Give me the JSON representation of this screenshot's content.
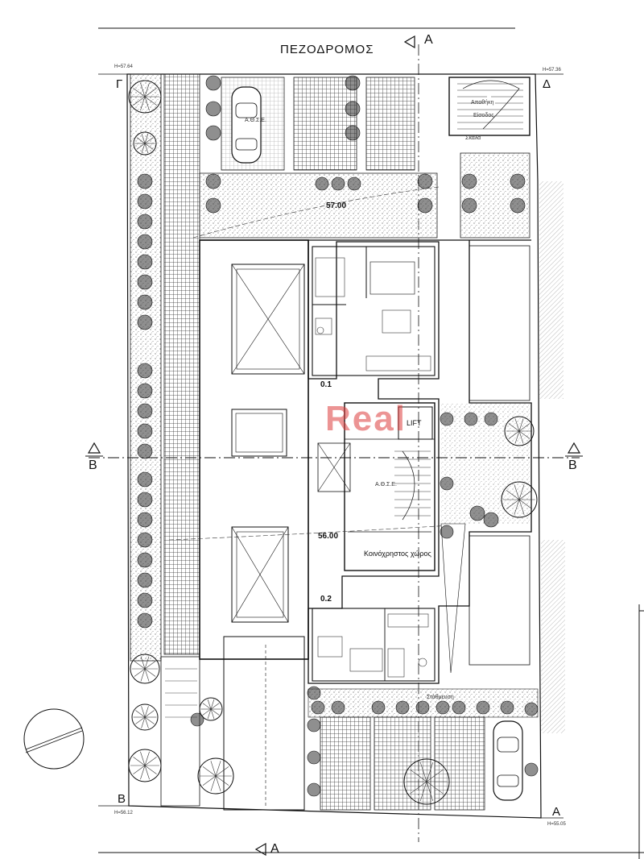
{
  "plan": {
    "street_label": "ΠΕΖΟΔΡΟΜΟΣ",
    "section_marks": {
      "a_top": "A",
      "a_bottom": "A",
      "b_left": "B",
      "b_right": "B"
    },
    "corners": {
      "gamma": "Γ",
      "delta": "Δ",
      "beta": "B",
      "alpha": "A"
    },
    "corner_elevations": {
      "top_left": "H=57.64",
      "top_right": "H=57.36",
      "bottom_left": "H=56.12",
      "bottom_right": "H=55.05"
    },
    "contour_levels": {
      "upper": "57.00",
      "middle": "56.00"
    },
    "level_marks": {
      "upper": "0.1",
      "lower": "0.2"
    },
    "rooms": {
      "lift": "LIFT",
      "common_area": "Κοινόχρηστος χώρος",
      "parking_top": "Α.Θ.Σ.Ε.",
      "parking_center": "Α.Θ.Σ.Ε."
    },
    "legend_notes": {
      "storage": "Αποθήκη",
      "stairs": "Σκάλα",
      "entrance": "Είσοδος",
      "parking": "Στάθμευση"
    },
    "watermark": "Real",
    "colors": {
      "line": "#1a1a1a",
      "hatch": "#444444",
      "paving": "#888888",
      "watermark": "#dc3c3c",
      "paper": "#ffffff"
    }
  }
}
